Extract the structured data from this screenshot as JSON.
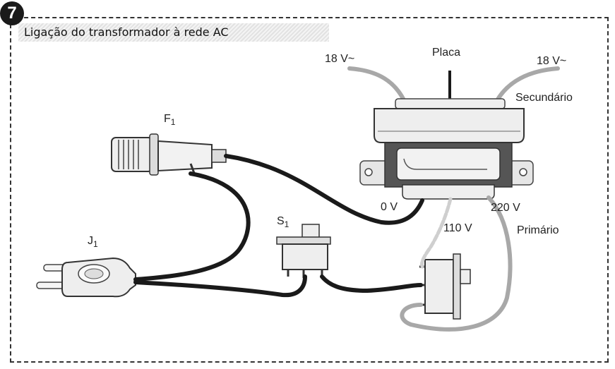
{
  "step": {
    "number": "7"
  },
  "title": "Ligação do transformador à rede AC",
  "labels": {
    "v18_left": "18 V~",
    "placa": "Placa",
    "v18_right": "18 V~",
    "secundario": "Secundário",
    "f1_letter": "F",
    "f1_index": "1",
    "j1_letter": "J",
    "j1_index": "1",
    "s1_letter": "S",
    "s1_index": "1",
    "v0": "0 V",
    "v110": "110 V",
    "v220": "220 V",
    "primario": "Primário"
  },
  "colors": {
    "wire_black": "#1a1a1a",
    "wire_grey": "#a8a8a8",
    "body_light": "#eeeeee",
    "core_dark": "#555555"
  }
}
